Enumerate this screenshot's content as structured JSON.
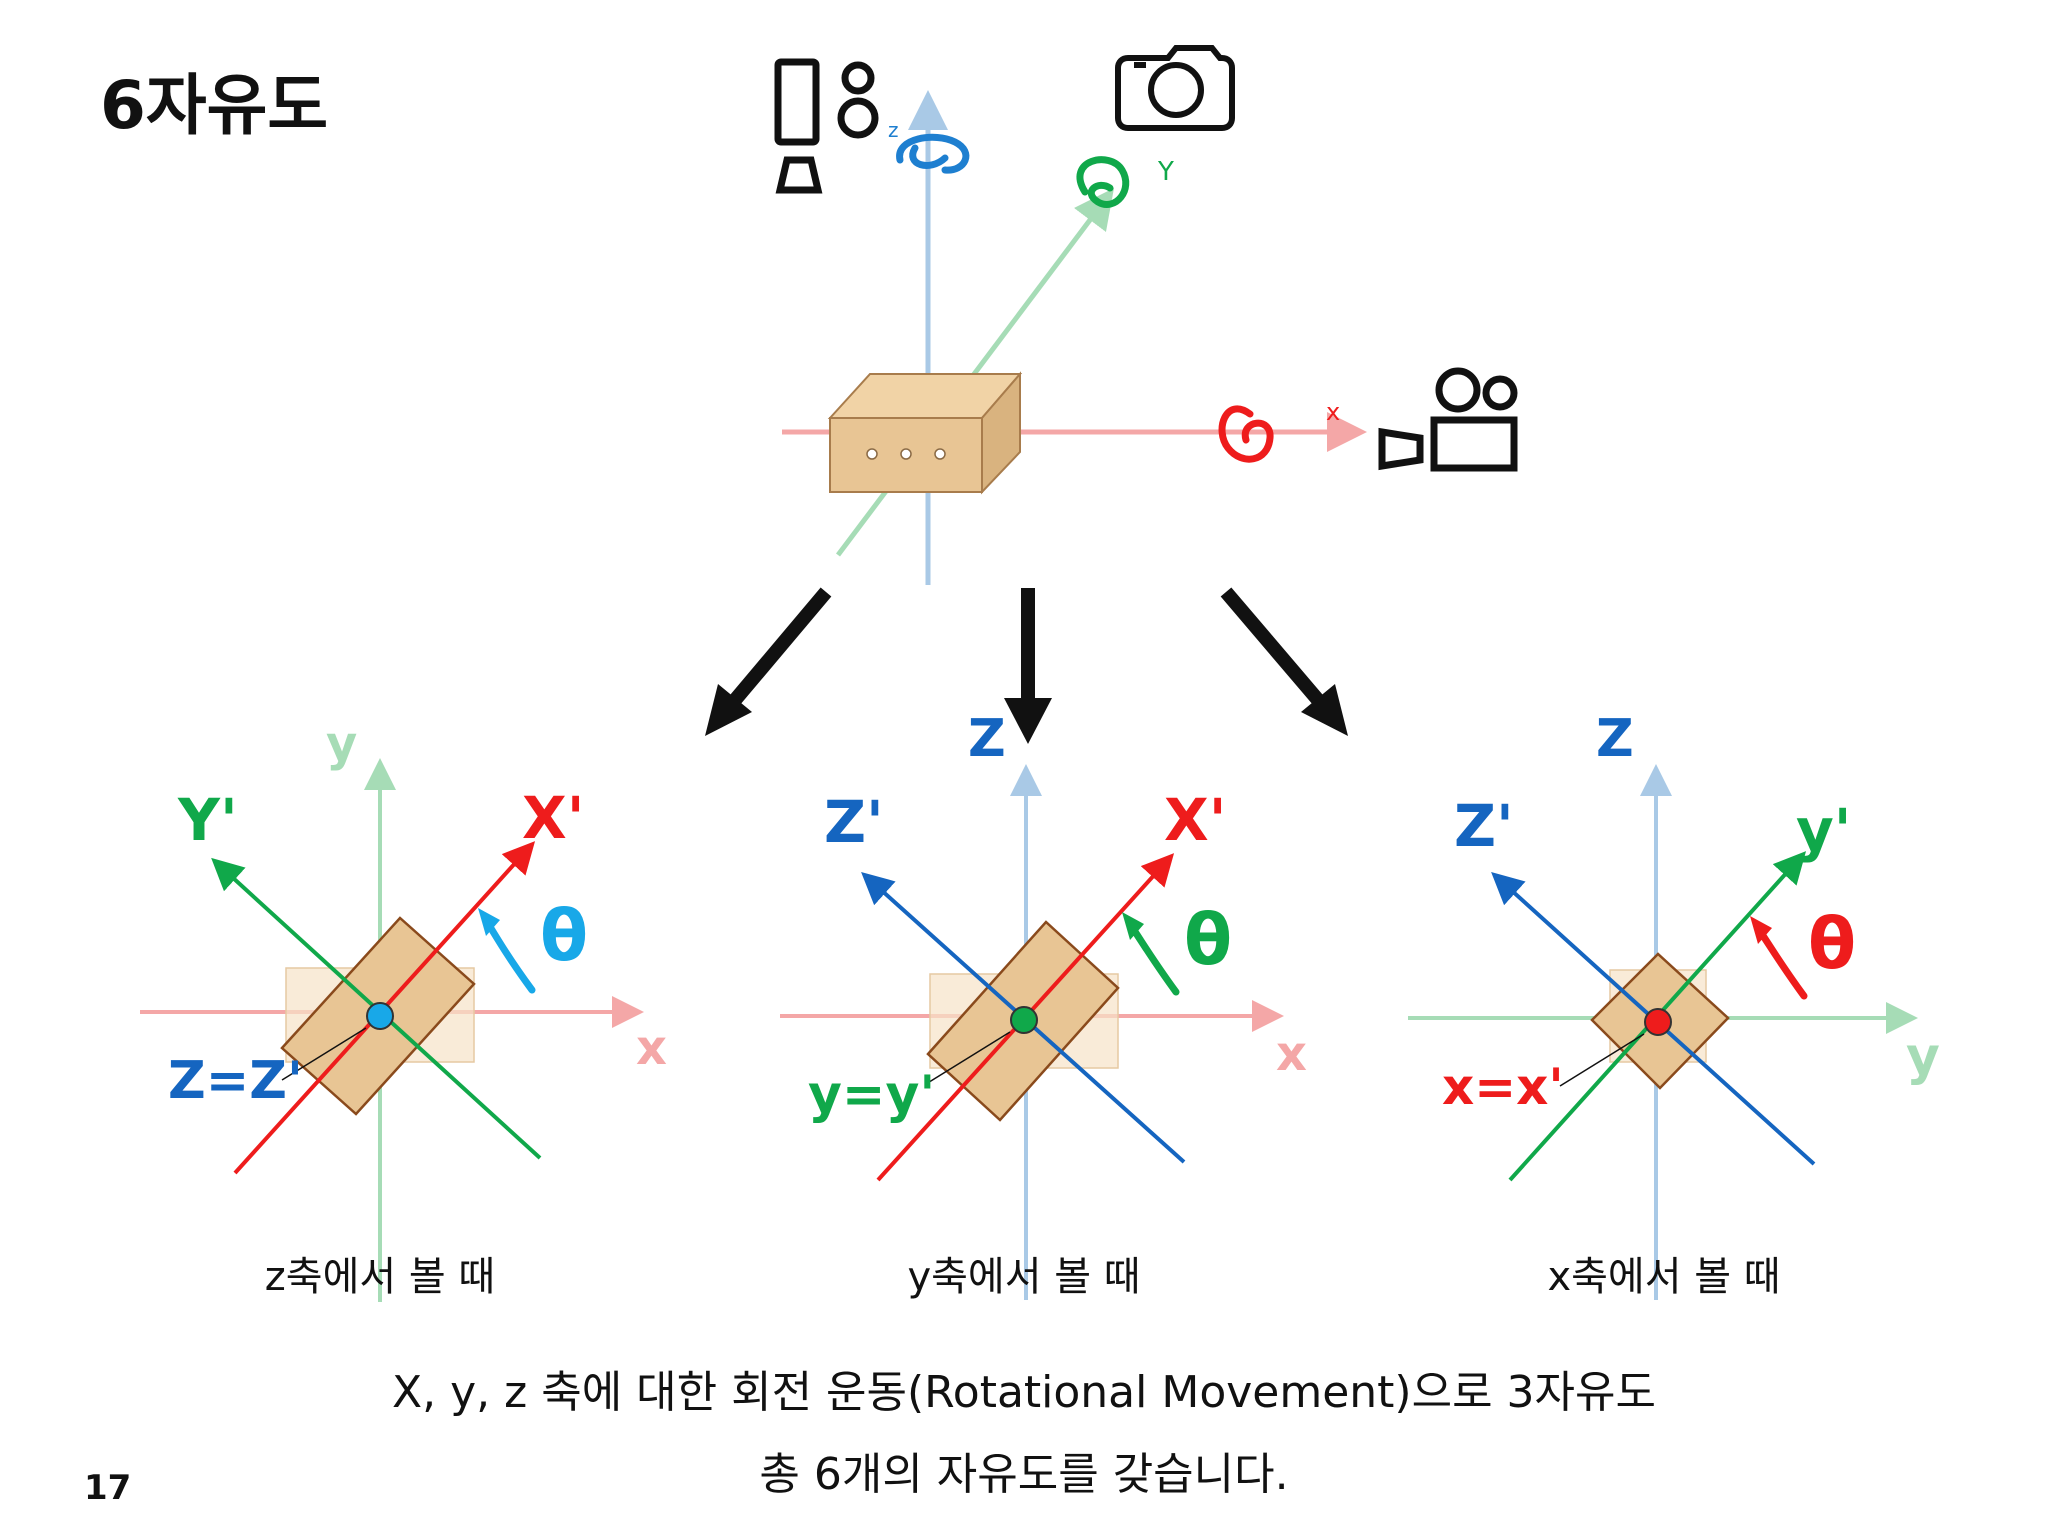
{
  "title": "6자유도",
  "page_number": "17",
  "top_axes": {
    "z_label": "z",
    "y_label": "Y",
    "x_label": "x"
  },
  "panels": [
    {
      "view_label": "z축에서 볼 때",
      "fixed_v_axis": "y",
      "fixed_h_axis": "x",
      "rotated_a_axis": "Y'",
      "rotated_b_axis": "X'",
      "theta": "θ",
      "equality": "Z=Z'"
    },
    {
      "view_label": "y축에서 볼 때",
      "fixed_v_axis": "Z",
      "fixed_h_axis": "x",
      "rotated_a_axis": "Z'",
      "rotated_b_axis": "X'",
      "theta": "θ",
      "equality": "y=y'"
    },
    {
      "view_label": "x축에서 볼 때",
      "fixed_v_axis": "Z",
      "fixed_h_axis": "y",
      "rotated_a_axis": "Z'",
      "rotated_b_axis": "y'",
      "theta": "θ",
      "equality": "x=x'"
    }
  ],
  "caption_line1": "X, y, z 축에 대한 회전 운동(Rotational Movement)으로 3자유도",
  "caption_line2": "총 6개의 자유도를 갖습니다.",
  "colors": {
    "red": "#ee1c1c",
    "green": "#10a84a",
    "blue": "#1565c0",
    "cyan": "#18a8e8",
    "box": "#e8c594"
  },
  "icons": [
    "smartphone-icon",
    "camera-icon",
    "video-camera-icon"
  ]
}
